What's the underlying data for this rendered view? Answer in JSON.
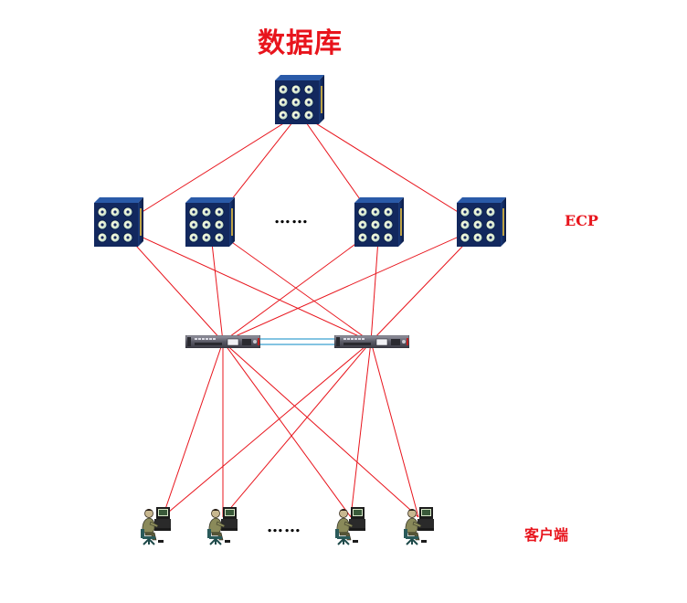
{
  "diagram": {
    "title": "数据库",
    "ecp_label": "ECP",
    "client_label": "客户端",
    "ecp_ellipsis": "……",
    "client_ellipsis": "……"
  },
  "colors": {
    "label_red": "#e8141c",
    "link_red": "#e8141c",
    "trunk_blue": "#3aa0d0",
    "db_blue": "#12285e",
    "db_disk": "#f0f6d8",
    "switch_gray": "#5a5a66"
  },
  "nodes": {
    "database": [
      {
        "id": "db",
        "icon": "database-server-icon"
      }
    ],
    "ecp_servers": [
      {
        "id": "ecp-1",
        "icon": "database-server-icon"
      },
      {
        "id": "ecp-2",
        "icon": "database-server-icon"
      },
      {
        "id": "ecp-3",
        "icon": "database-server-icon"
      },
      {
        "id": "ecp-4",
        "icon": "database-server-icon"
      }
    ],
    "switches": [
      {
        "id": "switch-1",
        "icon": "network-switch-icon"
      },
      {
        "id": "switch-2",
        "icon": "network-switch-icon"
      }
    ],
    "clients": [
      {
        "id": "client-1",
        "icon": "workstation-user-icon"
      },
      {
        "id": "client-2",
        "icon": "workstation-user-icon"
      },
      {
        "id": "client-3",
        "icon": "workstation-user-icon"
      },
      {
        "id": "client-4",
        "icon": "workstation-user-icon"
      }
    ]
  },
  "links": [
    {
      "from": "db",
      "to": "ecp-1"
    },
    {
      "from": "db",
      "to": "ecp-2"
    },
    {
      "from": "db",
      "to": "ecp-3"
    },
    {
      "from": "db",
      "to": "ecp-4"
    },
    {
      "from": "ecp-1",
      "to": "switch-1"
    },
    {
      "from": "ecp-1",
      "to": "switch-2"
    },
    {
      "from": "ecp-2",
      "to": "switch-1"
    },
    {
      "from": "ecp-2",
      "to": "switch-2"
    },
    {
      "from": "ecp-3",
      "to": "switch-1"
    },
    {
      "from": "ecp-3",
      "to": "switch-2"
    },
    {
      "from": "ecp-4",
      "to": "switch-1"
    },
    {
      "from": "ecp-4",
      "to": "switch-2"
    },
    {
      "from": "switch-1",
      "to": "client-1"
    },
    {
      "from": "switch-1",
      "to": "client-2"
    },
    {
      "from": "switch-1",
      "to": "client-3"
    },
    {
      "from": "switch-1",
      "to": "client-4"
    },
    {
      "from": "switch-2",
      "to": "client-1"
    },
    {
      "from": "switch-2",
      "to": "client-2"
    },
    {
      "from": "switch-2",
      "to": "client-3"
    },
    {
      "from": "switch-2",
      "to": "client-4"
    }
  ],
  "trunks": [
    {
      "from": "switch-1",
      "to": "switch-2"
    }
  ]
}
